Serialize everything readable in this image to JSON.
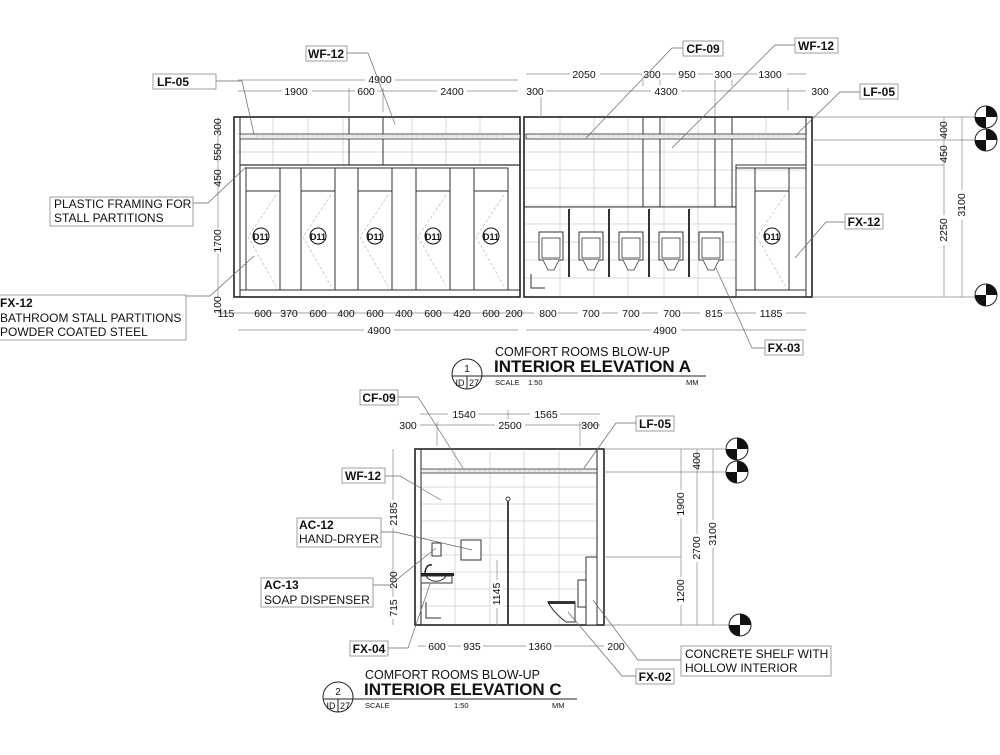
{
  "elevation_a": {
    "title_sub": "COMFORT ROOMS BLOW-UP",
    "title_main": "INTERIOR ELEVATION A",
    "number": "1",
    "sheet_left": "ID",
    "sheet_right": "27",
    "scale_label": "SCALE",
    "scale_value": "1:50",
    "units": "MM",
    "tags": {
      "wf12_left": "WF-12",
      "lf05_left": "LF-05",
      "cf09": "CF-09",
      "wf12_right": "WF-12",
      "lf05_right": "LF-05",
      "fx12_right": "FX-12",
      "fx03": "FX-03"
    },
    "notes": {
      "plastic_framing_1": "PLASTIC FRAMING FOR",
      "plastic_framing_2": "STALL PARTITIONS",
      "fx12_code": "FX-12",
      "fx12_line1": "BATHROOM STALL PARTITIONS",
      "fx12_line2": "POWDER COATED STEEL"
    },
    "door_tag": "D11",
    "dims_left_top": {
      "overall": "4900",
      "a": "1900",
      "b": "600",
      "c": "2400"
    },
    "dims_right_top": {
      "a": "2050",
      "b": "300",
      "c": "950",
      "d": "300",
      "e": "1300",
      "f": "300",
      "g": "4300",
      "h": "300"
    },
    "dims_left_vertical": [
      "300",
      "550",
      "450",
      "1700",
      "100"
    ],
    "dims_bottom_left": [
      "115",
      "600",
      "370",
      "600",
      "400",
      "600",
      "400",
      "600",
      "420",
      "600",
      "200"
    ],
    "dims_bottom_left_overall": "4900",
    "dims_bottom_right": [
      "800",
      "700",
      "700",
      "700",
      "815",
      "1185"
    ],
    "dims_bottom_right_overall": "4900",
    "dims_right_vertical": {
      "a": "400",
      "b": "450",
      "c": "2250",
      "overall": "3100"
    }
  },
  "elevation_c": {
    "title_sub": "COMFORT ROOMS BLOW-UP",
    "title_main": "INTERIOR ELEVATION C",
    "number": "2",
    "sheet_left": "ID",
    "sheet_right": "27",
    "scale_label": "SCALE",
    "scale_value": "1:50",
    "units": "MM",
    "tags": {
      "cf09": "CF-09",
      "lf05": "LF-05",
      "wf12": "WF-12",
      "fx04": "FX-04",
      "fx02": "FX-02"
    },
    "notes": {
      "ac12_code": "AC-12",
      "ac12_label": "HAND-DRYER",
      "ac13_code": "AC-13",
      "ac13_label": "SOAP DISPENSER",
      "shelf_1": "CONCRETE SHELF WITH",
      "shelf_2": "HOLLOW INTERIOR"
    },
    "dims_top": {
      "a": "1540",
      "b": "1565",
      "c": "300",
      "d": "2500",
      "e": "300"
    },
    "dims_left": {
      "a": "2185",
      "b": "200",
      "c": "715"
    },
    "dim_grab_bar": "1145",
    "dims_bottom": [
      "600",
      "935",
      "1360",
      "200"
    ],
    "dims_right": {
      "a": "400",
      "b": "1900",
      "c": "1200",
      "d": "2700",
      "overall": "3100"
    }
  }
}
